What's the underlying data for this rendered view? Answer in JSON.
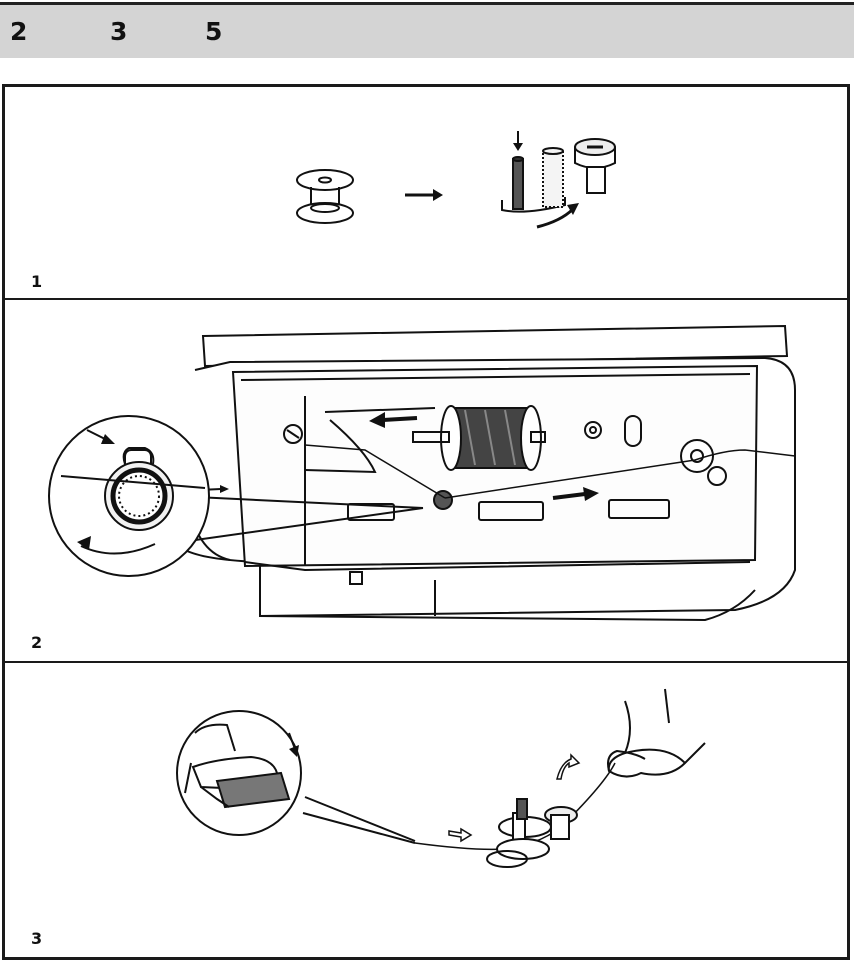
{
  "header": {
    "numbers": [
      "2",
      "3",
      "5"
    ]
  },
  "panels": [
    {
      "label": "1"
    },
    {
      "label": "2"
    },
    {
      "label": "3"
    }
  ]
}
